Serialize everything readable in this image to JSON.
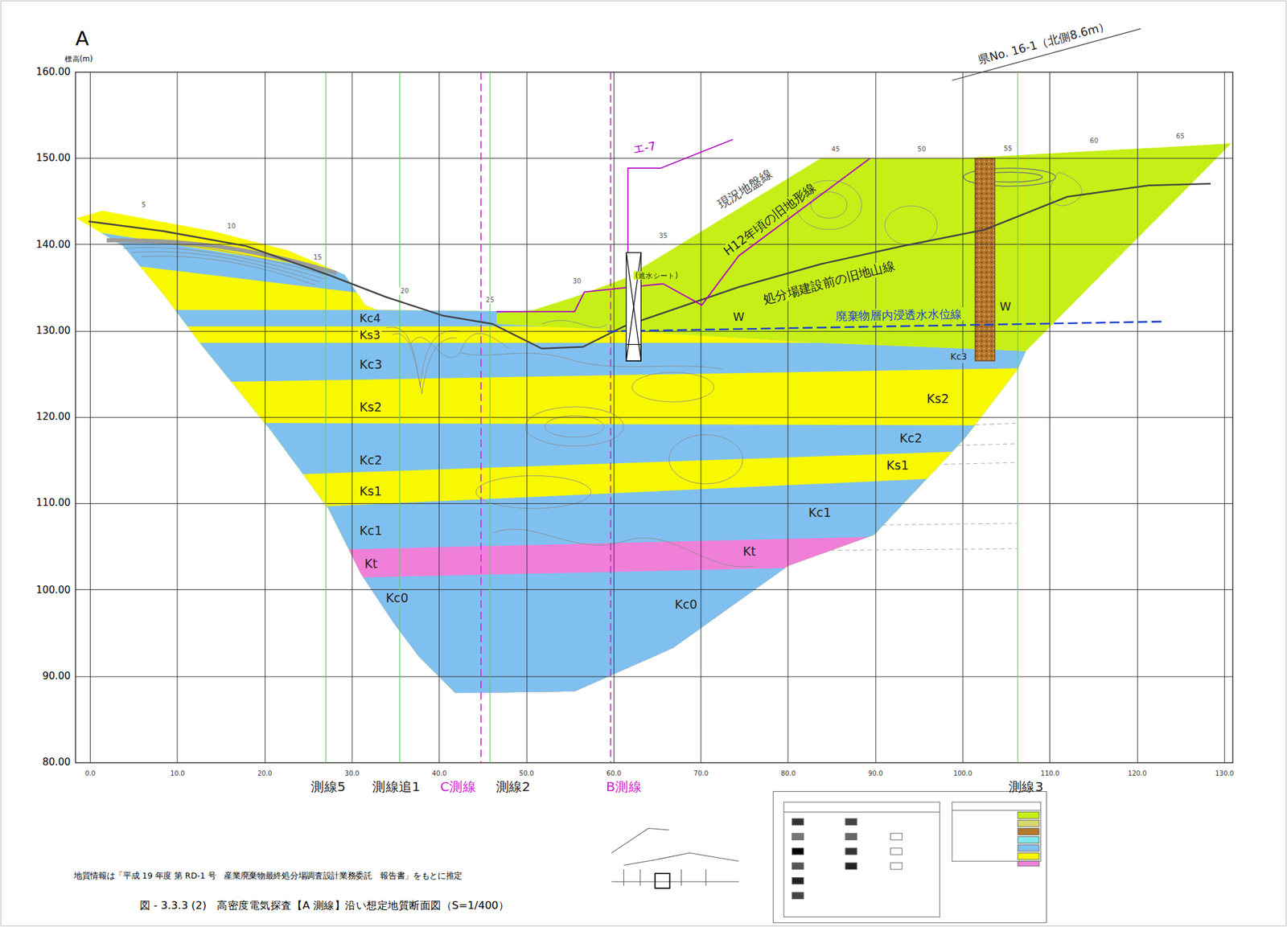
{
  "diagram": {
    "caption": "図 - 3.3.3 (2)　高密度電気探査【A 測線】沿い想定地質断面図（S=1/400）",
    "labels": [
      "A",
      "標高(m)",
      "160.00",
      "150.00",
      "140.00",
      "130.00",
      "120.00",
      "110.00",
      "100.00",
      "90.00",
      "80.00",
      "0.0",
      "10.0",
      "20.0",
      "30.0",
      "40.0",
      "50.0",
      "60.0",
      "70.0",
      "80.0",
      "90.0",
      "100.0",
      "110.0",
      "120.0",
      "130.0",
      "Kc4",
      "Ks3",
      "Kc3",
      "Ks2",
      "Kc2",
      "Ks1",
      "Kc1",
      "Kt",
      "Kc0",
      "Ks2",
      "Kc2",
      "Ks1",
      "Kc1",
      "Kt",
      "Kc0",
      "Kc3",
      "W",
      "W",
      "現況地盤線",
      "H12年頃の旧地形線",
      "処分場建設前の旧地山線",
      "廃棄物層内浸透水水位線",
      "県No. 16-1（北側8.6m）",
      "エ-7",
      "(遮水シート)",
      "5",
      "10",
      "15",
      "20",
      "25",
      "30",
      "35",
      "45",
      "50",
      "55",
      "60",
      "65",
      "測線5",
      "測線追1",
      "C測線",
      "測線2",
      "B測線",
      "測線3",
      "地質情報は「平成 19 年度 第 RD-1 号　産業廃棄物最終処分場調査設計業務委託　報告書」をもとに推定"
    ]
  }
}
